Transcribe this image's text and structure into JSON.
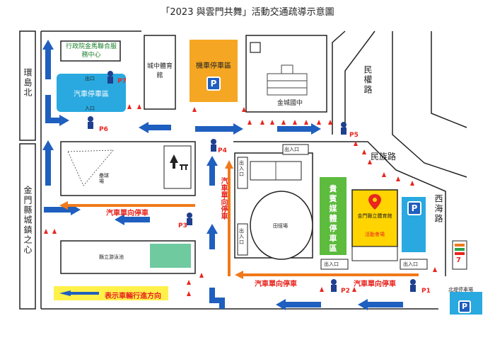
{
  "title": "「2023 與雲門共舞」活動交通疏導示意圖",
  "roads": {
    "left_top": "環島北",
    "left_bottom": "金門縣城鎮之心",
    "right_top": "民權路",
    "right_middle": "民族路",
    "right_bottom": "西海路"
  },
  "buildings": {
    "admin_center": "行政院金馬聯合服務中心",
    "gym_old": "城中體育館",
    "moto_parking": "機車停車區",
    "school": "金城國中",
    "car_parking_top": "汽車停車區",
    "exit_top": "出口",
    "entrance_top": "入口",
    "pitch_field": "壘球場",
    "stadium": "田徑場",
    "reserved_parking": "貴賓媒體停車區",
    "county_gym": "金門縣立體育館",
    "event_venue": "活動會場",
    "swimming": "縣立游泳池",
    "north_parking": "北堤停車場",
    "entrance_exit_1": "出入口",
    "entrance_exit_2": "出入口",
    "entrance_exit_3": "出入口",
    "entrance_exit_4": "出入口",
    "entrance_exit_5": "出入口"
  },
  "one_way": {
    "horizontal_1": "汽車單向停車",
    "vertical": "汽車單向停車",
    "horizontal_2": "汽車單向停車",
    "horizontal_3": "汽車單向停車"
  },
  "legend_text": "表示車輛行進方向",
  "police_points": [
    "P1",
    "P2",
    "P3",
    "P4",
    "P5",
    "P6",
    "P7"
  ],
  "parking_symbol": "P",
  "store_symbol": "7",
  "colors": {
    "blue_arrow": "#1f5fbf",
    "orange_arrow": "#f07a1a",
    "car_parking": "#29a9e0",
    "moto_parking": "#f5a623",
    "green_parking": "#5dbb3e",
    "event_yellow": "#ffd400",
    "legend_yellow": "#fff04a"
  }
}
